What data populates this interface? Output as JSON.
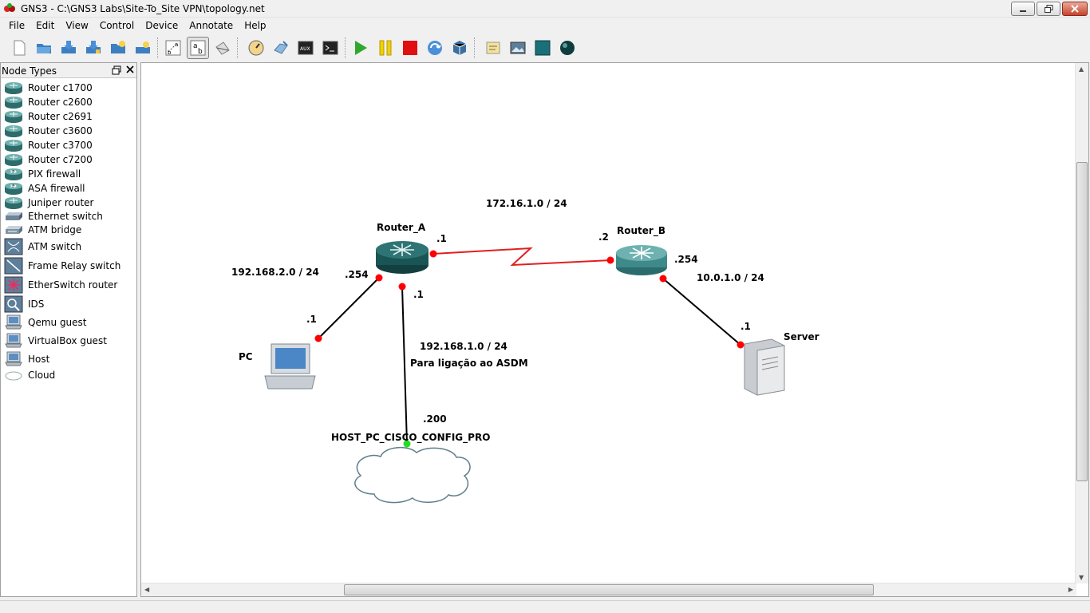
{
  "window": {
    "title": "GNS3 - C:\\GNS3 Labs\\Site-To_Site VPN\\topology.net"
  },
  "menu": [
    "File",
    "Edit",
    "View",
    "Control",
    "Device",
    "Annotate",
    "Help"
  ],
  "toolbar_icons": [
    "new-file-icon",
    "open-icon",
    "save-icon",
    "save-as-icon",
    "open-project-icon",
    "save-project-icon",
    "show-interface-labels-icon",
    "show-hostnames-icon",
    "add-link-icon",
    "console-all-icon",
    "telnet-all-icon",
    "aux-console-icon",
    "terminal-icon",
    "start-icon",
    "pause-icon",
    "stop-icon",
    "reload-icon",
    "virtualbox-icon",
    "add-note-icon",
    "insert-picture-icon",
    "draw-rectangle-icon",
    "draw-ellipse-icon"
  ],
  "dock": {
    "title": "Node Types",
    "items": [
      {
        "label": "Router c1700",
        "icon": "router-icon"
      },
      {
        "label": "Router c2600",
        "icon": "router-icon"
      },
      {
        "label": "Router c2691",
        "icon": "router-icon"
      },
      {
        "label": "Router c3600",
        "icon": "router-icon"
      },
      {
        "label": "Router c3700",
        "icon": "router-icon"
      },
      {
        "label": "Router c7200",
        "icon": "router-icon"
      },
      {
        "label": "PIX firewall",
        "icon": "pix-firewall-icon"
      },
      {
        "label": "ASA firewall",
        "icon": "asa-firewall-icon"
      },
      {
        "label": "Juniper router",
        "icon": "router-icon"
      },
      {
        "label": "Ethernet switch",
        "icon": "ethernet-switch-icon"
      },
      {
        "label": "ATM bridge",
        "icon": "atm-bridge-icon"
      },
      {
        "label": "ATM switch",
        "icon": "atm-switch-icon"
      },
      {
        "label": "Frame Relay switch",
        "icon": "frame-relay-switch-icon"
      },
      {
        "label": "EtherSwitch router",
        "icon": "etherswitch-router-icon"
      },
      {
        "label": "IDS",
        "icon": "ids-icon"
      },
      {
        "label": "Qemu guest",
        "icon": "qemu-guest-icon"
      },
      {
        "label": "VirtualBox guest",
        "icon": "virtualbox-guest-icon"
      },
      {
        "label": "Host",
        "icon": "host-icon"
      },
      {
        "label": "Cloud",
        "icon": "cloud-icon"
      }
    ]
  },
  "topology": {
    "nodes": {
      "router_a": "Router_A",
      "router_b": "Router_B",
      "pc": "PC",
      "server": "Server",
      "cloud": "HOST_PC_CISCO_CONFIG_PRO"
    },
    "networks": {
      "wan": "172.16.1.0 / 24",
      "lan_pc": "192.168.2.0 / 24",
      "lan_server": "10.0.1.0 / 24",
      "lan_cloud": "192.168.1.0 / 24",
      "cloud_note": "Para ligação ao ASDM"
    },
    "interfaces": {
      "ra_wan": ".1",
      "rb_wan": ".2",
      "ra_pc": ".254",
      "pc": ".1",
      "ra_cloud": ".1",
      "cloud": ".200",
      "rb_server": ".254",
      "server": ".1"
    },
    "colors": {
      "serial_link": "#e02020",
      "ethernet_link": "#000000",
      "port_down": "#ff0000",
      "port_up": "#22dd22",
      "router": "#1f5f5f"
    }
  }
}
